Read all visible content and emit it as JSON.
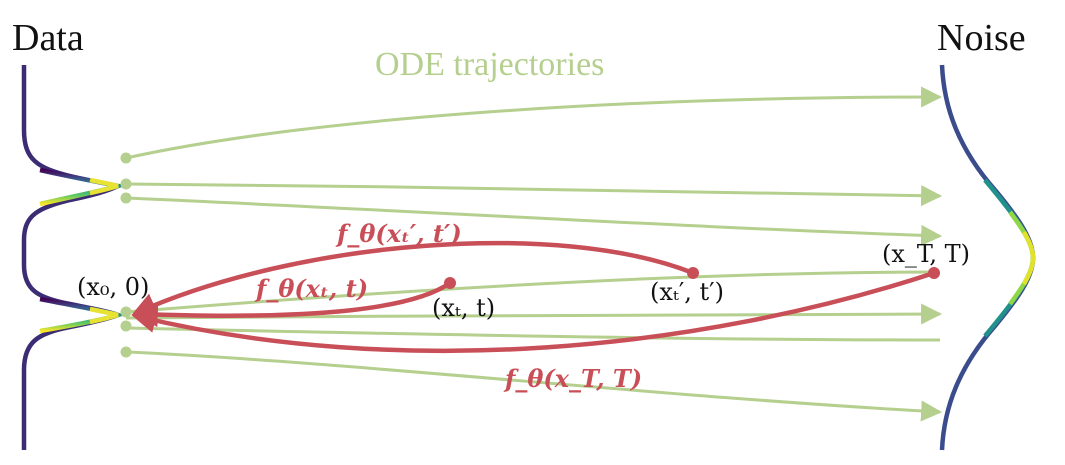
{
  "labels": {
    "data": "Data",
    "noise": "Noise",
    "trajectories": "ODE trajectories"
  },
  "points": {
    "x0": "(x₀, 0)",
    "xt": "(xₜ, t)",
    "xtp": "(xₜ′, t′)",
    "xT": "(x_T, T)"
  },
  "mappings": {
    "f_tp": "f_θ(xₜ′, t′)",
    "f_t": "f_θ(xₜ, t)",
    "f_T": "f_θ(x_T, T)"
  },
  "colors": {
    "trajectory": "#b5cf8e",
    "mapping": "#c84f57",
    "text": "#111111"
  }
}
